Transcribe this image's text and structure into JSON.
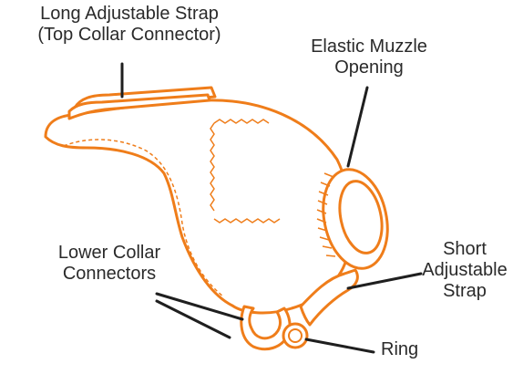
{
  "colors": {
    "outline": "#ef7d1a",
    "fill": "#ffffff",
    "leader": "#1f1f1f",
    "text": "#2a2a2a"
  },
  "labels": {
    "long_strap": {
      "line1": "Long Adjustable Strap",
      "line2": "(Top Collar Connector)"
    },
    "elastic_opening": {
      "line1": "Elastic Muzzle",
      "line2": "Opening"
    },
    "lower_connectors": {
      "line1": "Lower Collar",
      "line2": "Connectors"
    },
    "short_strap": {
      "line1": "Short",
      "line2": "Adjustable",
      "line3": "Strap"
    },
    "ring": {
      "line1": "Ring"
    }
  }
}
